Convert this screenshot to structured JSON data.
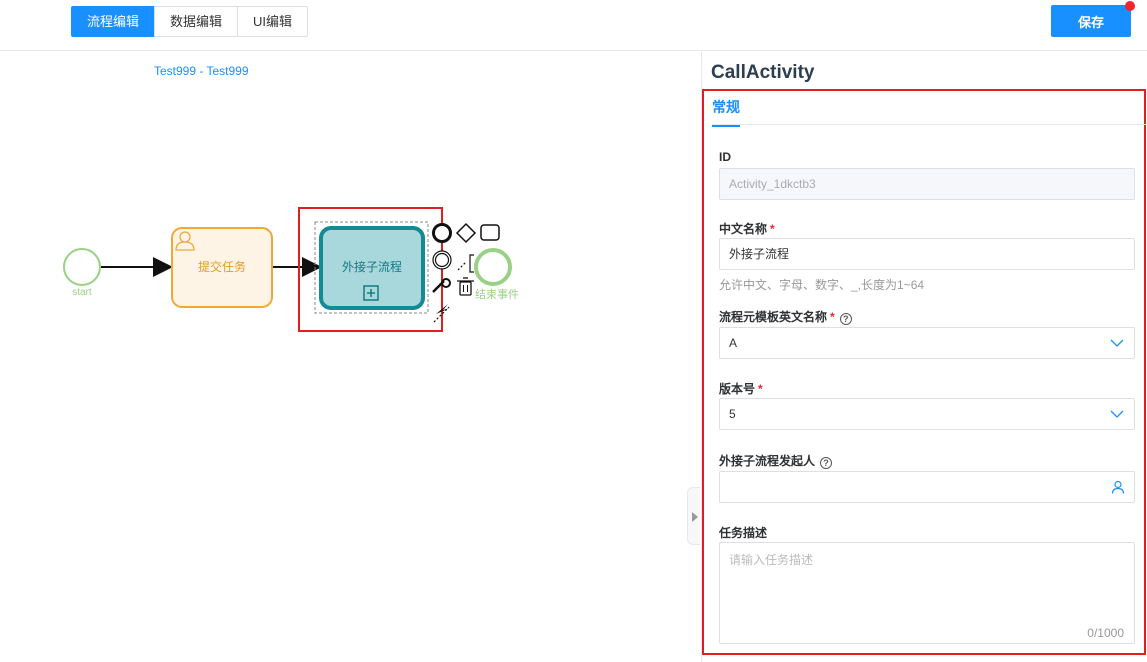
{
  "toolbar": {
    "tabs": [
      "流程编辑",
      "数据编辑",
      "UI编辑"
    ],
    "save_label": "保存"
  },
  "canvas": {
    "breadcrumb": "Test999 - Test999",
    "nodes": {
      "start_label": "start",
      "submit_task_label": "提交任务",
      "call_activity_label": "外接子流程",
      "end_label": "结束事件"
    }
  },
  "panel": {
    "title": "CallActivity",
    "tab": "常规",
    "fields": {
      "id": {
        "label": "ID",
        "value": "Activity_1dkctb3"
      },
      "cn_name": {
        "label": "中文名称",
        "value": "外接子流程",
        "hint": "允许中文、字母、数字、_,长度为1~64"
      },
      "template_en_name": {
        "label": "流程元模板英文名称",
        "value": "A"
      },
      "version": {
        "label": "版本号",
        "value": "5"
      },
      "initiator": {
        "label": "外接子流程发起人",
        "value": ""
      },
      "description": {
        "label": "任务描述",
        "placeholder": "请输入任务描述",
        "counter": "0/1000"
      }
    }
  },
  "colors": {
    "primary": "#1890ff",
    "selection": "#e02020",
    "start_event": "#9ad186",
    "user_task_fill": "#fdf4e6",
    "user_task_stroke": "#f0a838",
    "call_activity_fill": "#a9d8dc",
    "call_activity_stroke": "#148a92"
  }
}
